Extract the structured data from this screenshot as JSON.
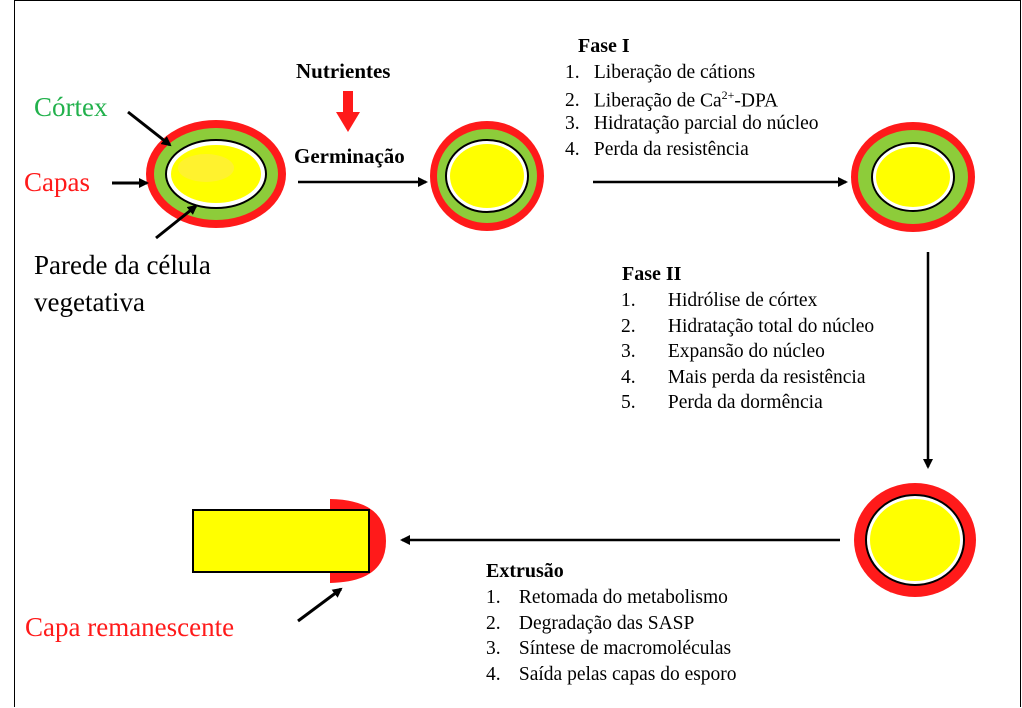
{
  "labels": {
    "cortex": "Córtex",
    "capas": "Capas",
    "parede_line1": "Parede da célula",
    "parede_line2": "vegetativa",
    "nutrientes": "Nutrientes",
    "germinacao": "Germinação",
    "capa_remanescente": "Capa remanescente"
  },
  "fase1": {
    "title": "Fase I",
    "items": [
      {
        "num": "1.",
        "text": "Liberação de cátions"
      },
      {
        "num": "2.",
        "text": "Liberação de Ca",
        "sup": "2+",
        "after": "-DPA"
      },
      {
        "num": "3.",
        "text": "Hidratação parcial do núcleo"
      },
      {
        "num": "4.",
        "text": "Perda da resistência"
      }
    ]
  },
  "fase2": {
    "title": "Fase II",
    "items": [
      {
        "num": "1.",
        "text": "Hidrólise de córtex"
      },
      {
        "num": "2.",
        "text": "Hidratação total do núcleo"
      },
      {
        "num": "3.",
        "text": "Expansão do núcleo"
      },
      {
        "num": "4.",
        "text": "Mais perda da resistência"
      },
      {
        "num": "5.",
        "text": "Perda da dormência"
      }
    ]
  },
  "extrusao": {
    "title": "Extrusão",
    "items": [
      {
        "num": "1.",
        "text": "Retomada do metabolismo"
      },
      {
        "num": "2.",
        "text": "Degradação das SASP"
      },
      {
        "num": "3.",
        "text": "Síntese de macromoléculas"
      },
      {
        "num": "4.",
        "text": "Saída pelas capas do esporo"
      }
    ]
  },
  "colors": {
    "coat": "#ff1a1a",
    "cortex": "#8dcc3a",
    "core": "#ffff00",
    "label_green": "#22b14c",
    "label_red": "#ff1a1a"
  }
}
